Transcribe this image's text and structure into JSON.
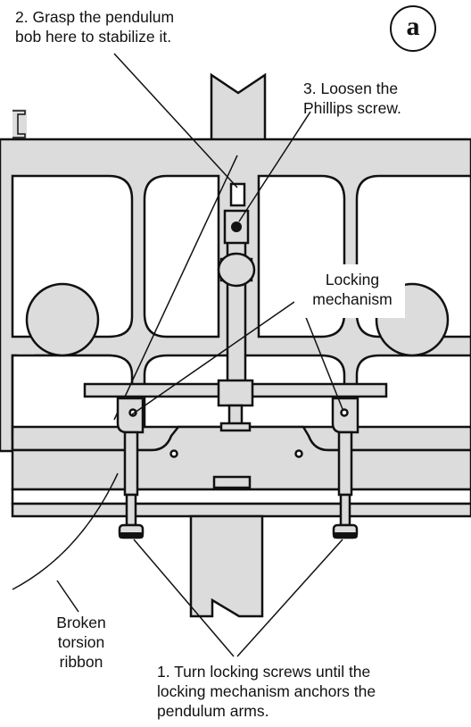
{
  "figure": {
    "panel_letter": "a",
    "labels": {
      "grasp": "2. Grasp the pendulum\nbob here to stabilize it.",
      "loosen": "3. Loosen the\nPhillips screw.",
      "locking": "Locking\nmechanism",
      "ribbon": "Broken\ntorsion\nribbon",
      "turn": "1. Turn locking screws until the\nlocking mechanism anchors the\npendulum arms."
    }
  }
}
